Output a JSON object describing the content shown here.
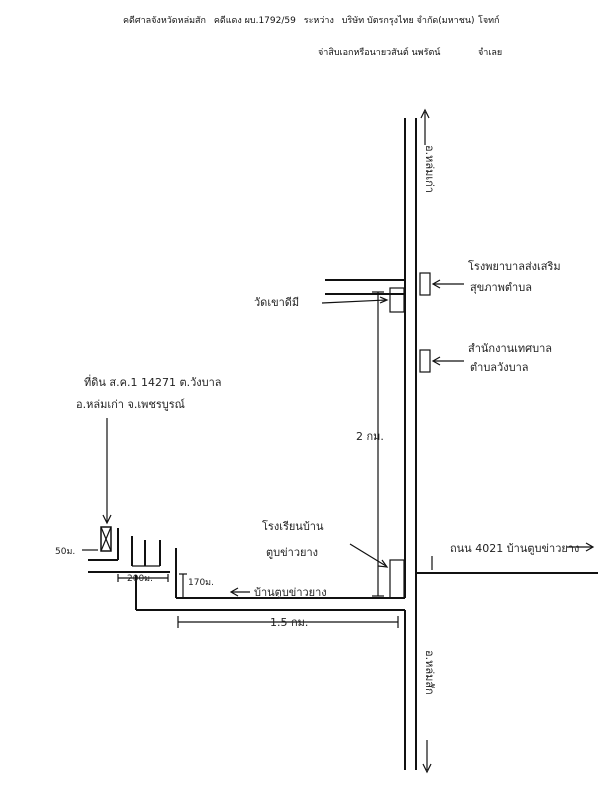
{
  "header": {
    "court": "คดีศาลจังหวัดหล่มสัก",
    "case_no": "คดีแดง ผบ.1792/59",
    "between": "ระหว่าง",
    "plaintiff_name": "บริษัท บัตรกรุงไทย จำกัด(มหาชน)",
    "plaintiff_label": "โจทก์",
    "defendant_name": "จ่าสิบเอกหรือนายวสันต์ นพรัตน์",
    "defendant_label": "จำเลย"
  },
  "map": {
    "north_road": "อ.หล่มเก่า",
    "south_road": "อ.หล่มสัก",
    "school": [
      "โรงพยาบาลส่งเสริม",
      "สุขภาพตำบล"
    ],
    "subdistrict_office": [
      "สำนักงานเทศบาล",
      "ตำบลวังบาล"
    ],
    "temple": "วัดเขาดีมี",
    "distance_vertical": "2 กม.",
    "distance_horizontal": "1.5 กม.",
    "village_school": [
      "โรงเรียนบ้าน",
      "ตูบข่าวยาง"
    ],
    "road_4021": "ถนน 4021 บ้านตูบข่าวยาง",
    "village_road": "บ้านตูบข่าวยาง",
    "land_title": "ที่ดิน ส.ค.1 14271 ต.วังบาล",
    "land_location": "อ.หล่มเก่า จ.เพชรบูรณ์",
    "dist_50": "50ม.",
    "dist_200": "200ม.",
    "dist_170": "170ม."
  }
}
